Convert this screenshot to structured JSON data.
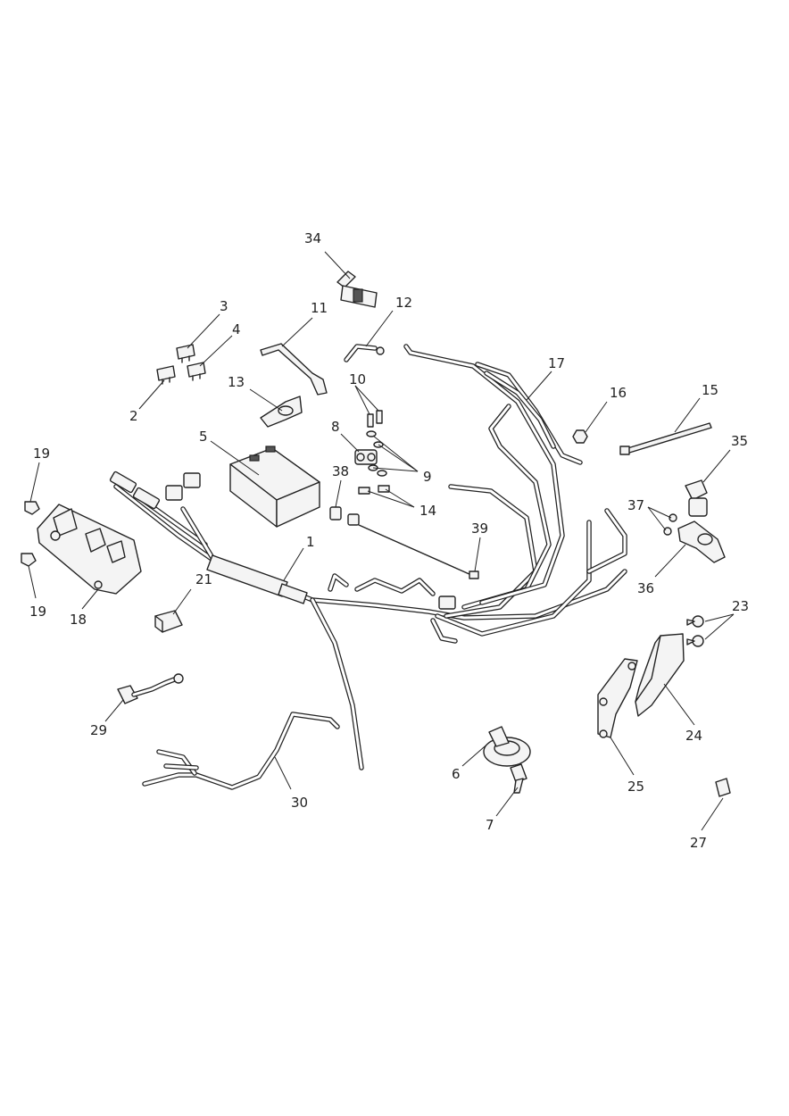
{
  "callouts": [
    {
      "id": "c1",
      "label": "1"
    },
    {
      "id": "c2",
      "label": "2"
    },
    {
      "id": "c3",
      "label": "3"
    },
    {
      "id": "c4",
      "label": "4"
    },
    {
      "id": "c5",
      "label": "5"
    },
    {
      "id": "c6",
      "label": "6"
    },
    {
      "id": "c7",
      "label": "7"
    },
    {
      "id": "c8",
      "label": "8"
    },
    {
      "id": "c9",
      "label": "9"
    },
    {
      "id": "c10",
      "label": "10"
    },
    {
      "id": "c11",
      "label": "11"
    },
    {
      "id": "c12",
      "label": "12"
    },
    {
      "id": "c13",
      "label": "13"
    },
    {
      "id": "c14",
      "label": "14"
    },
    {
      "id": "c15",
      "label": "15"
    },
    {
      "id": "c16",
      "label": "16"
    },
    {
      "id": "c17",
      "label": "17"
    },
    {
      "id": "c18",
      "label": "18"
    },
    {
      "id": "c19a",
      "label": "19"
    },
    {
      "id": "c19b",
      "label": "19"
    },
    {
      "id": "c21",
      "label": "21"
    },
    {
      "id": "c23",
      "label": "23"
    },
    {
      "id": "c24",
      "label": "24"
    },
    {
      "id": "c25",
      "label": "25"
    },
    {
      "id": "c27",
      "label": "27"
    },
    {
      "id": "c29",
      "label": "29"
    },
    {
      "id": "c30",
      "label": "30"
    },
    {
      "id": "c34",
      "label": "34"
    },
    {
      "id": "c35",
      "label": "35"
    },
    {
      "id": "c36",
      "label": "36"
    },
    {
      "id": "c37",
      "label": "37"
    },
    {
      "id": "c38",
      "label": "38"
    },
    {
      "id": "c39",
      "label": "39"
    }
  ]
}
